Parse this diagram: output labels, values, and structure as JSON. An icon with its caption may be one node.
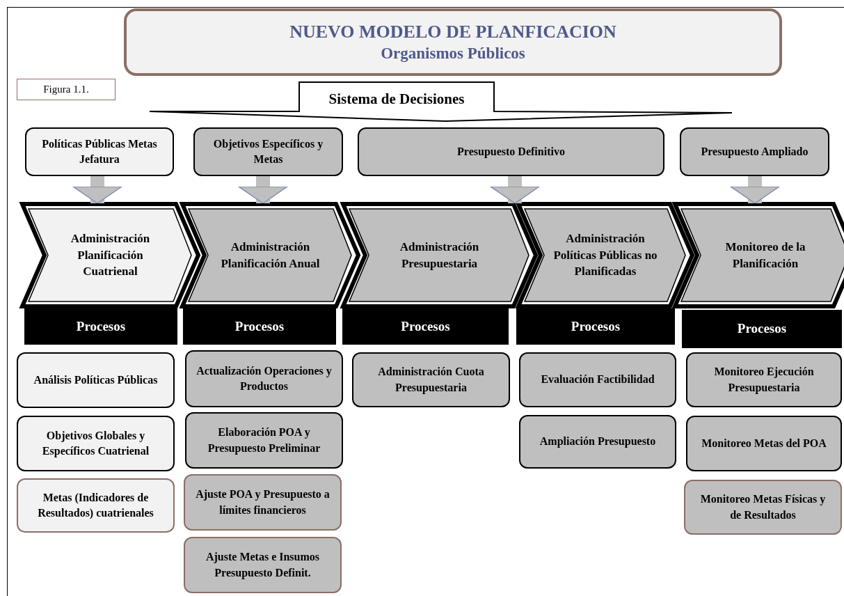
{
  "diagram": {
    "nodes": [
      {
        "text": [
          "NUEVO MODELO DE PLANFICACION",
          "Organismos Públicos"
        ]
      },
      {
        "text": [
          "Figura 1.1."
        ]
      },
      {
        "text": [
          "Sistema de Decisiones"
        ]
      },
      {
        "text": [
          "Políticas Públicas Metas Jefatura"
        ]
      },
      {
        "text": [
          "Objetivos Específicos y Metas"
        ]
      },
      {
        "text": [
          "Presupuesto Definitivo"
        ]
      },
      {
        "text": [
          "Presupuesto Ampliado"
        ]
      },
      {
        "text": [
          "Administración Planificación Cuatrienal"
        ]
      },
      {
        "text": [
          "Administración Planificación Anual"
        ]
      },
      {
        "text": [
          "Administración Presupuestaria"
        ]
      },
      {
        "text": [
          "Administración Políticas Públicas no Planificadas"
        ]
      },
      {
        "text": [
          "Monitoreo de la Planificación"
        ]
      },
      {
        "text": [
          "Procesos"
        ]
      },
      {
        "text": [
          "Procesos"
        ]
      },
      {
        "text": [
          "Procesos"
        ]
      },
      {
        "text": [
          "Procesos"
        ]
      },
      {
        "text": [
          "Procesos"
        ]
      },
      {
        "text": [
          "Análisis Políticas Públicas"
        ]
      },
      {
        "text": [
          "Objetivos Globales y Específicos Cuatrienal"
        ]
      },
      {
        "text": [
          "Metas (Indicadores de Resultados) cuatrienales"
        ]
      },
      {
        "text": [
          "Actualización Operaciones y Productos"
        ]
      },
      {
        "text": [
          "Elaboración POA y Presupuesto Preliminar"
        ]
      },
      {
        "text": [
          "Ajuste POA y Presupuesto a límites financieros"
        ]
      },
      {
        "text": [
          "Ajuste Metas e Insumos Presupuesto Definit."
        ]
      },
      {
        "text": [
          "Administración Cuota Presupuestaria"
        ]
      },
      {
        "text": [
          "Evaluación Factibilidad"
        ]
      },
      {
        "text": [
          "Ampliación Presupuesto"
        ]
      },
      {
        "text": [
          "Monitoreo Ejecución Presupuestaria"
        ]
      },
      {
        "text": [
          "Monitoreo Metas del POA"
        ]
      },
      {
        "text": [
          "Monitoreo Metas Físicas y de Resultados"
        ]
      }
    ],
    "edges": [
      {
        "from": 3,
        "to": 7,
        "arrow": "to"
      },
      {
        "from": 4,
        "to": 8,
        "arrow": "to"
      },
      {
        "from": 5,
        "to": 9,
        "arrow": "to"
      },
      {
        "from": 6,
        "to": 11,
        "arrow": "to"
      }
    ]
  }
}
